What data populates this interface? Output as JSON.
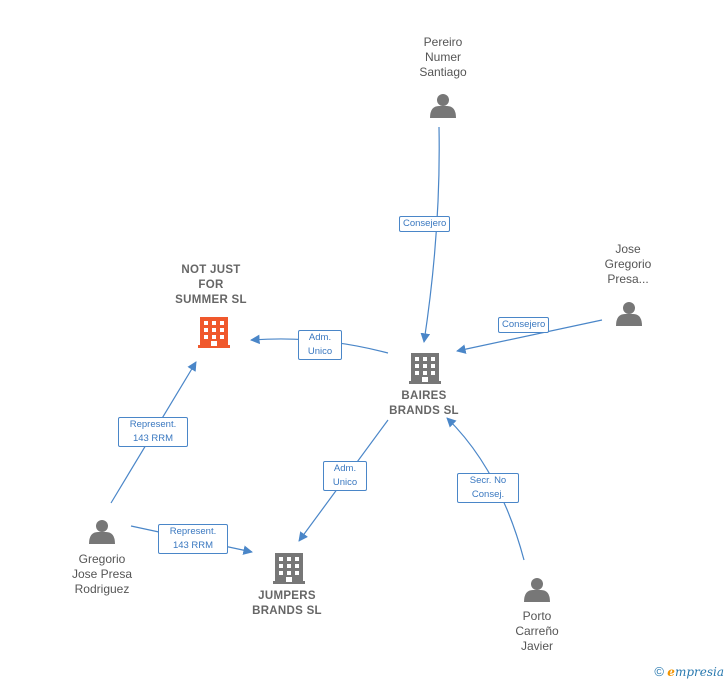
{
  "nodes": {
    "pereiro": {
      "label": "Pereiro\nNumer\nSantiago",
      "icon": "person-icon"
    },
    "jose_gregorio": {
      "label": "Jose\nGregorio\nPresa...",
      "icon": "person-icon"
    },
    "not_just": {
      "label": "NOT JUST\nFOR\nSUMMER  SL",
      "icon": "building-icon-highlighted"
    },
    "baires": {
      "label": "BAIRES\nBRANDS  SL",
      "icon": "building-icon"
    },
    "gregorio": {
      "label": "Gregorio\nJose Presa\nRodriguez",
      "icon": "person-icon"
    },
    "jumpers": {
      "label": "JUMPERS\nBRANDS  SL",
      "icon": "building-icon"
    },
    "porto": {
      "label": "Porto\nCarreño\nJavier",
      "icon": "person-icon"
    }
  },
  "edges": {
    "pereiro_baires": "Consejero",
    "jose_baires": "Consejero",
    "baires_notjust": "Adm.\nUnico",
    "gregorio_notjust": "Represent.\n143 RRM",
    "baires_jumpers": "Adm.\nUnico",
    "porto_baires": "Secr.  No\nConsej.",
    "gregorio_jumpers": "Represent.\n143 RRM"
  },
  "colors": {
    "edge": "#4a86c8",
    "highlight": "#f0582c",
    "icon": "#777777"
  },
  "footer": {
    "copyright": "©",
    "brand_first": "e",
    "brand_rest": "mpresia"
  }
}
